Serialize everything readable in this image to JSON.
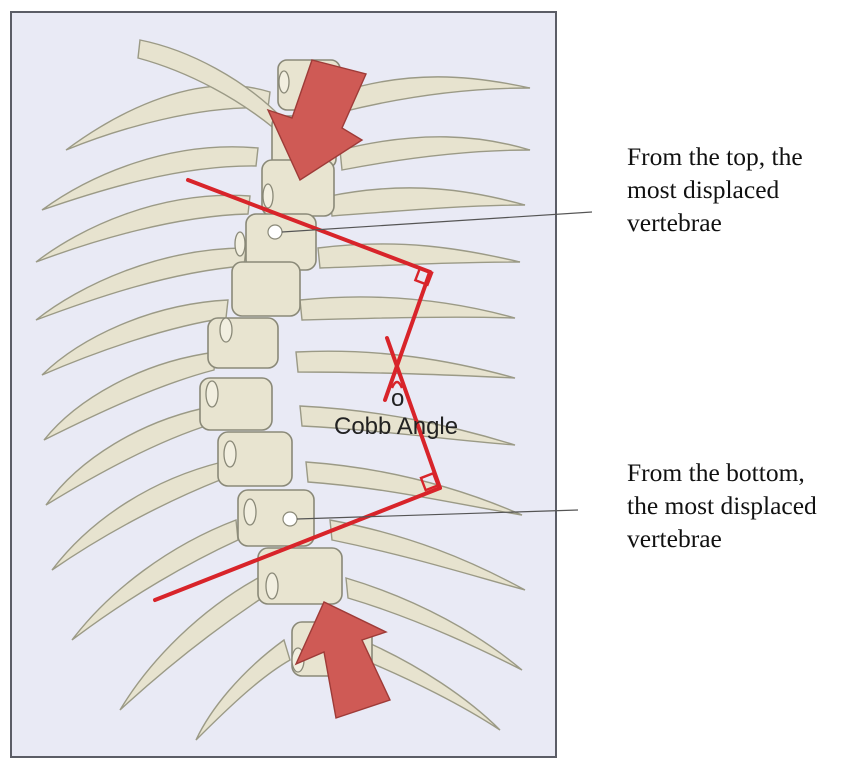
{
  "labels": {
    "cobb_angle": "Cobb Angle",
    "top_vertebra": "From the top, the\nmost displaced\nvertebrae",
    "bottom_vertebra": "From the bottom,\nthe most displaced\nvertebrae"
  },
  "colors": {
    "panel_background": "#e9eaf5",
    "bone": "#e8e4d0",
    "cobb_lines": "#d8242a",
    "arrows": "#cf5a55"
  }
}
